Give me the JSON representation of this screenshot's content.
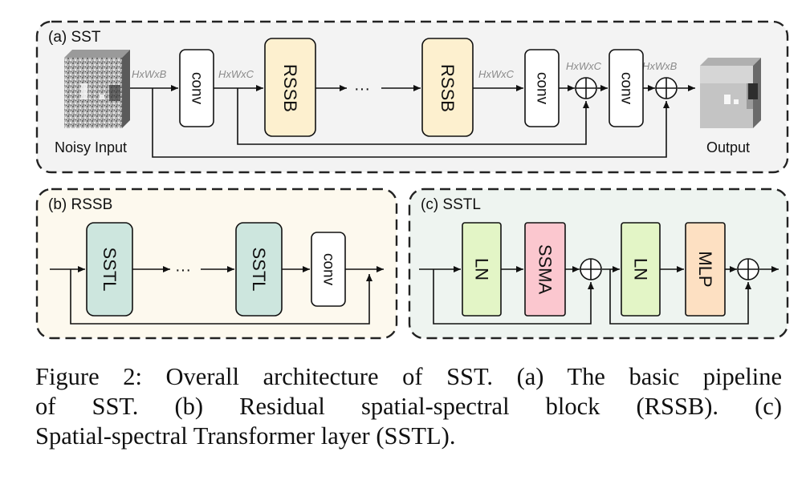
{
  "panels": {
    "sst": {
      "label": "(a) SST",
      "noisy_input": "Noisy Input",
      "output": "Output",
      "dims": {
        "in": "HxWxB",
        "after_conv": "HxWxC",
        "after_rssb": "HxWxC",
        "after_sum": "HxWxC",
        "out": "HxWxB"
      },
      "conv": "conv",
      "rssb": "RSSB",
      "dots": "···"
    },
    "rssb": {
      "label": "(b) RSSB",
      "sstl": "SSTL",
      "conv": "conv",
      "dots": "···"
    },
    "sstl": {
      "label": "(c) SSTL",
      "ln": "LN",
      "ssma": "SSMA",
      "mlp": "MLP"
    }
  },
  "colors": {
    "rssb_fill": "#fdf0cf",
    "sstl_fill": "#cde6de",
    "ln_fill": "#e3f5c6",
    "ssma_fill": "#fbc7cf",
    "mlp_fill": "#fde0c2",
    "panel_a_bg": "#f3f3f3",
    "panel_b_bg": "#fdf9ee",
    "panel_c_bg": "#eef4f0"
  },
  "caption": {
    "line1": "Figure 2: Overall architecture of SST. (a) The basic pipeline",
    "line2": "of SST. (b) Residual spatial-spectral block (RSSB). (c)",
    "line3": "Spatial-spectral Transformer layer (SSTL)."
  }
}
